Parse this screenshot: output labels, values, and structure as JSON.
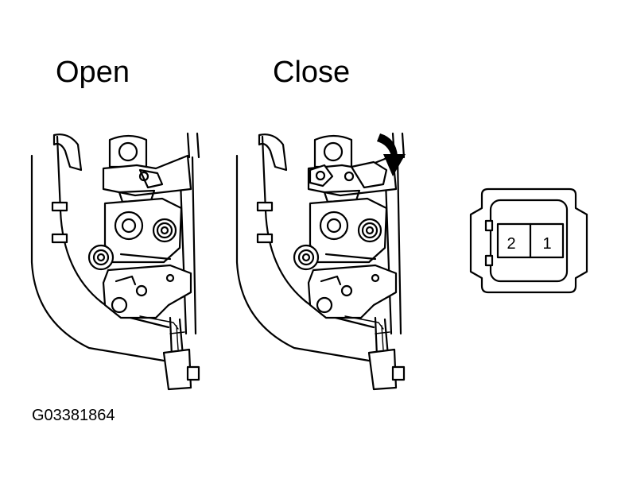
{
  "labels": {
    "open": "Open",
    "close": "Close",
    "figure_code": "G03381864"
  },
  "connector": {
    "terminal_left": "2",
    "terminal_right": "1"
  },
  "colors": {
    "line": "#000000",
    "background": "#ffffff"
  }
}
